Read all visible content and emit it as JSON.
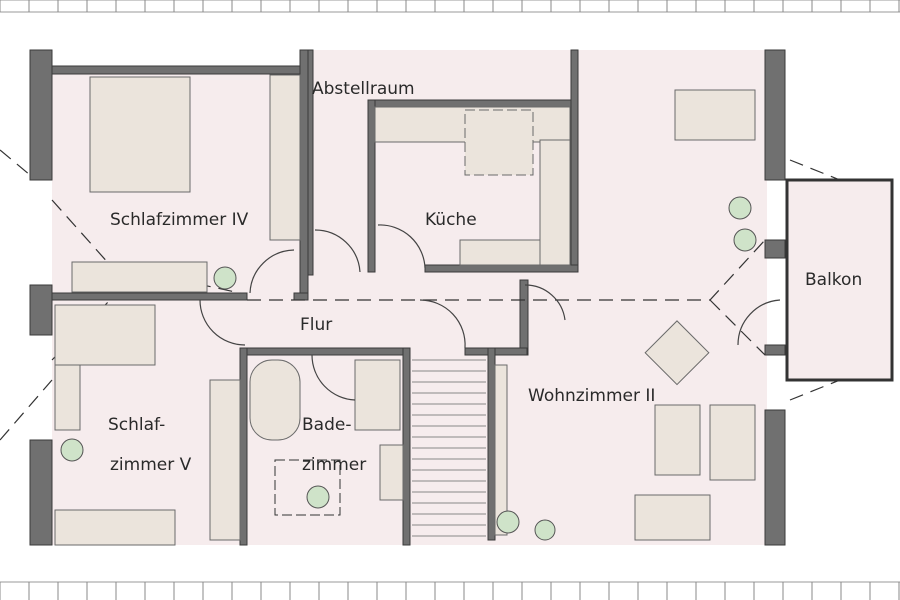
{
  "plan": {
    "rooms": {
      "abstellraum": "Abstellraum",
      "schlafzimmer_iv": "Schlafzimmer IV",
      "kueche": "Küche",
      "balkon": "Balkon",
      "flur": "Flur",
      "wohnzimmer_ii": "Wohnzimmer II",
      "schlafzimmer_v_line1": "Schlaf-",
      "schlafzimmer_v_line2": "zimmer V",
      "badezimmer_line1": "Bade-",
      "badezimmer_line2": "zimmer"
    },
    "colors": {
      "wall": "#707070",
      "floor": "#f6eced",
      "furniture": "#ebe4dc"
    }
  }
}
